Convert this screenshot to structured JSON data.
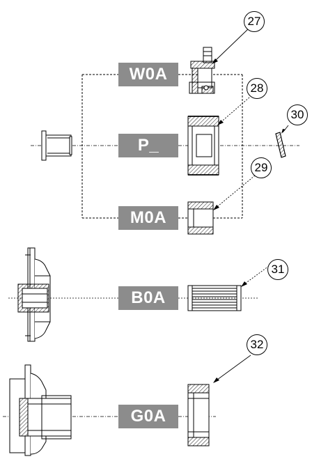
{
  "codes": {
    "w0a": "W0A",
    "p": "P_",
    "m0a": "M0A",
    "b0a": "B0A",
    "g0a": "G0A"
  },
  "callouts": {
    "c27": "27",
    "c28": "28",
    "c29": "29",
    "c30": "30",
    "c31": "31",
    "c32": "32"
  },
  "colors": {
    "label_bg": "#8c8c8c",
    "label_text": "#ffffff",
    "line": "#000000"
  }
}
